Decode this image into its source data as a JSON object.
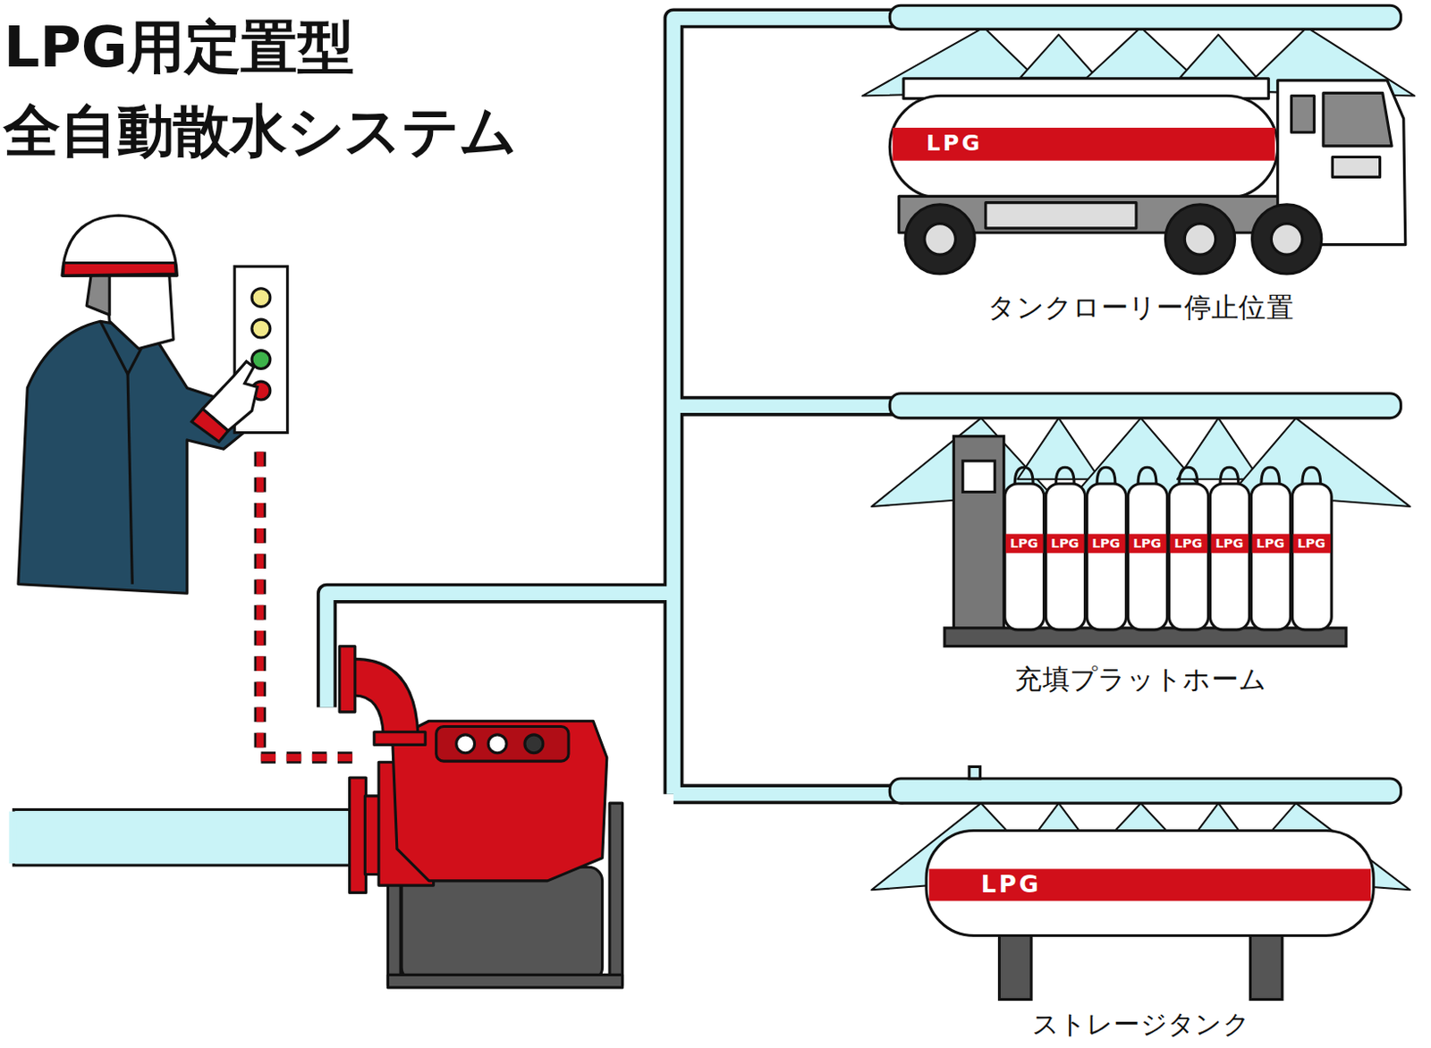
{
  "diagram": {
    "title": "LPG用定置型 全自動散水システム",
    "labels": [
      "LPG",
      "タンクローリー停止位置",
      "LPG",
      "LPG",
      "LPG",
      "LPG",
      "LPG",
      "LPG",
      "LPG",
      "LPG",
      "充填プラットホーム",
      "LPG",
      "ストレージタンク"
    ]
  }
}
